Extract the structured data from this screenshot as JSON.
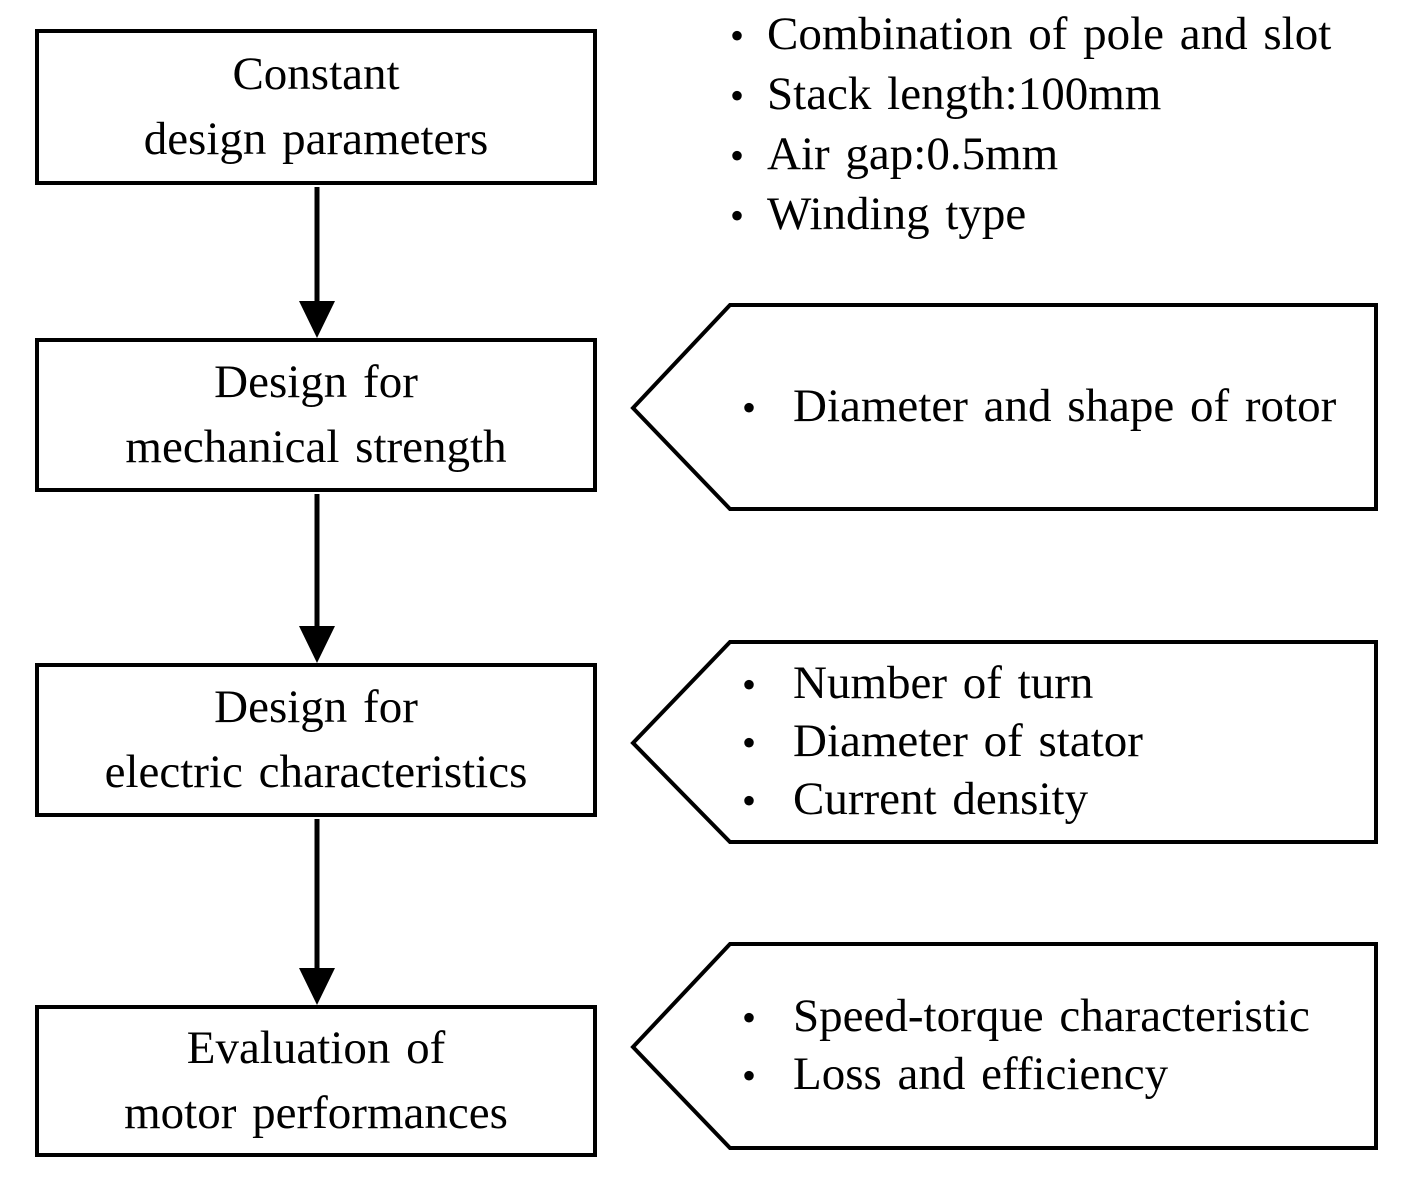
{
  "colors": {
    "line": "#000000",
    "text": "#000000",
    "background": "#ffffff"
  },
  "icons": {
    "bullet": "•"
  },
  "boxes": [
    {
      "line1": "Constant",
      "line2": "design parameters"
    },
    {
      "line1": "Design for",
      "line2": "mechanical strength"
    },
    {
      "line1": "Design for",
      "line2": "electric characteristics"
    },
    {
      "line1": "Evaluation of",
      "line2": "motor performances"
    }
  ],
  "top_list": {
    "items": [
      "Combination of pole and slot",
      "Stack length:100mm",
      "Air gap:0.5mm",
      "Winding type"
    ]
  },
  "callouts": [
    {
      "items": [
        "Diameter and shape of rotor"
      ]
    },
    {
      "items": [
        "Number of turn",
        "Diameter of stator",
        "Current density"
      ]
    },
    {
      "items": [
        "Speed-torque characteristic",
        "Loss and efficiency"
      ]
    }
  ]
}
